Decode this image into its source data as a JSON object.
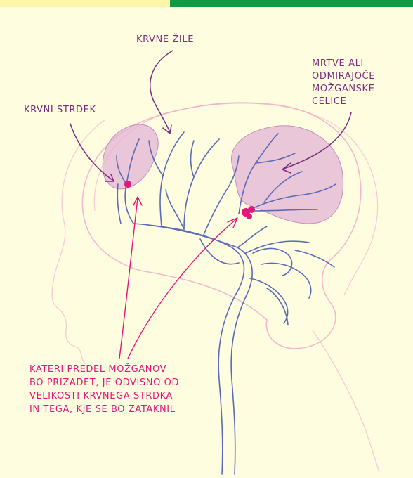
{
  "labels": {
    "blood_vessels": "KRVNE ŽILE",
    "blood_clot": "KRVNI STRDEK",
    "dead_cells": [
      "MRTVE ALI",
      "ODMIRAJOČE",
      "MOŽGANSKE",
      "CELICE"
    ],
    "note": [
      "KATERI PREDEL MOŽGANOV",
      "BO PRIZADET, JE ODVISNO OD",
      "VELIKOSTI KRVNEGA STRDKA",
      "IN TEGA, KJE SE BO ZATAKNIL"
    ]
  },
  "colors": {
    "background": "#fffde0",
    "vessel": "#5a6bb8",
    "head_outline": "#f0a8c4",
    "brain_outline": "#f3b9ce",
    "damaged_area": "#e2b3d6",
    "clot": "#e3167b",
    "label_purple": "#7b2c7d",
    "label_pink": "#e2157a",
    "top_bar_yellow": "#fff6a8",
    "top_bar_green": "#0e9b43"
  }
}
